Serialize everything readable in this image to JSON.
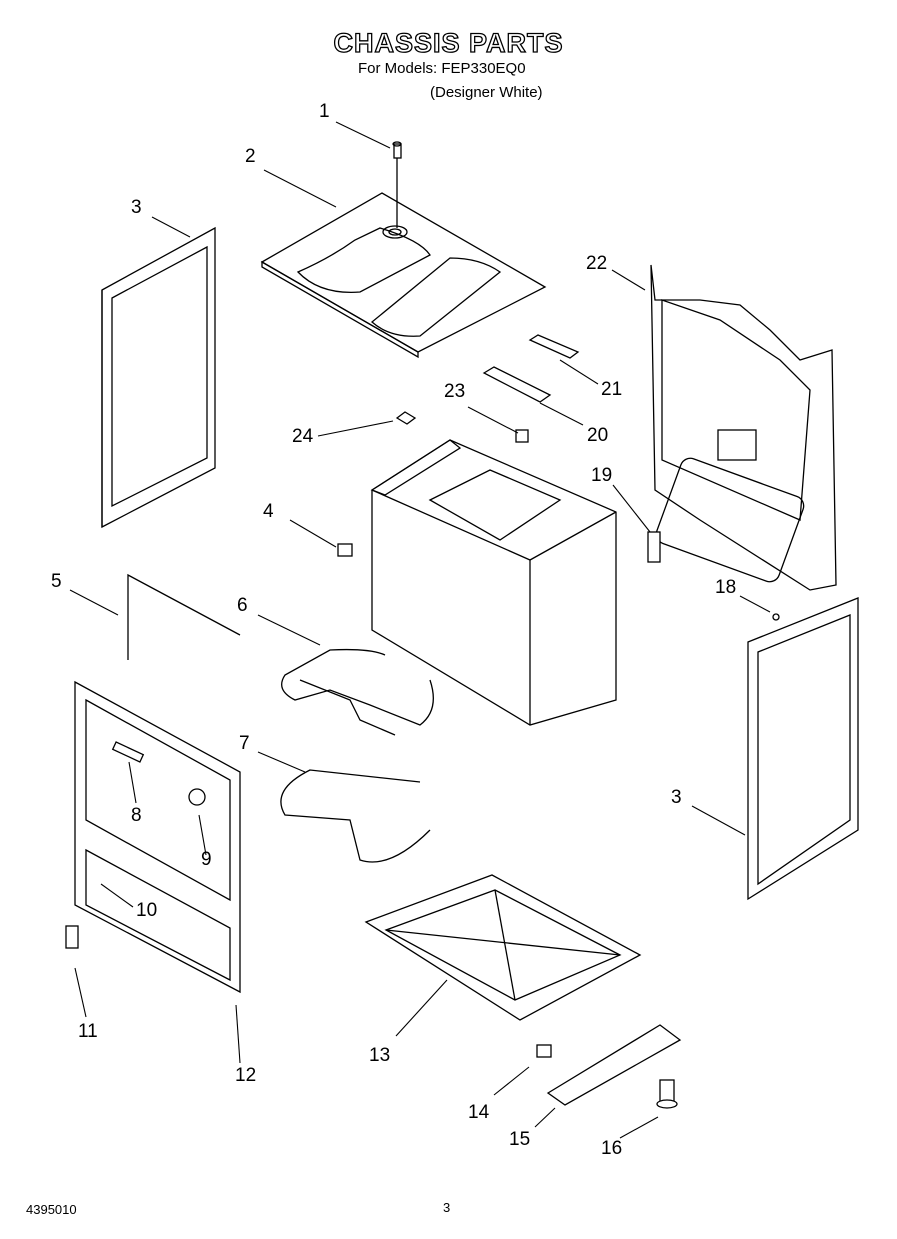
{
  "title": "CHASSIS PARTS",
  "subtitle_models": "For Models: FEP330EQ0",
  "subtitle_color": "(Designer White)",
  "callouts": [
    "1",
    "2",
    "3",
    "22",
    "21",
    "23",
    "20",
    "24",
    "19",
    "4",
    "5",
    "6",
    "18",
    "7",
    "3",
    "8",
    "9",
    "10",
    "11",
    "12",
    "13",
    "14",
    "15",
    "16"
  ],
  "footer": {
    "doc_number": "4395010",
    "page": "3"
  }
}
